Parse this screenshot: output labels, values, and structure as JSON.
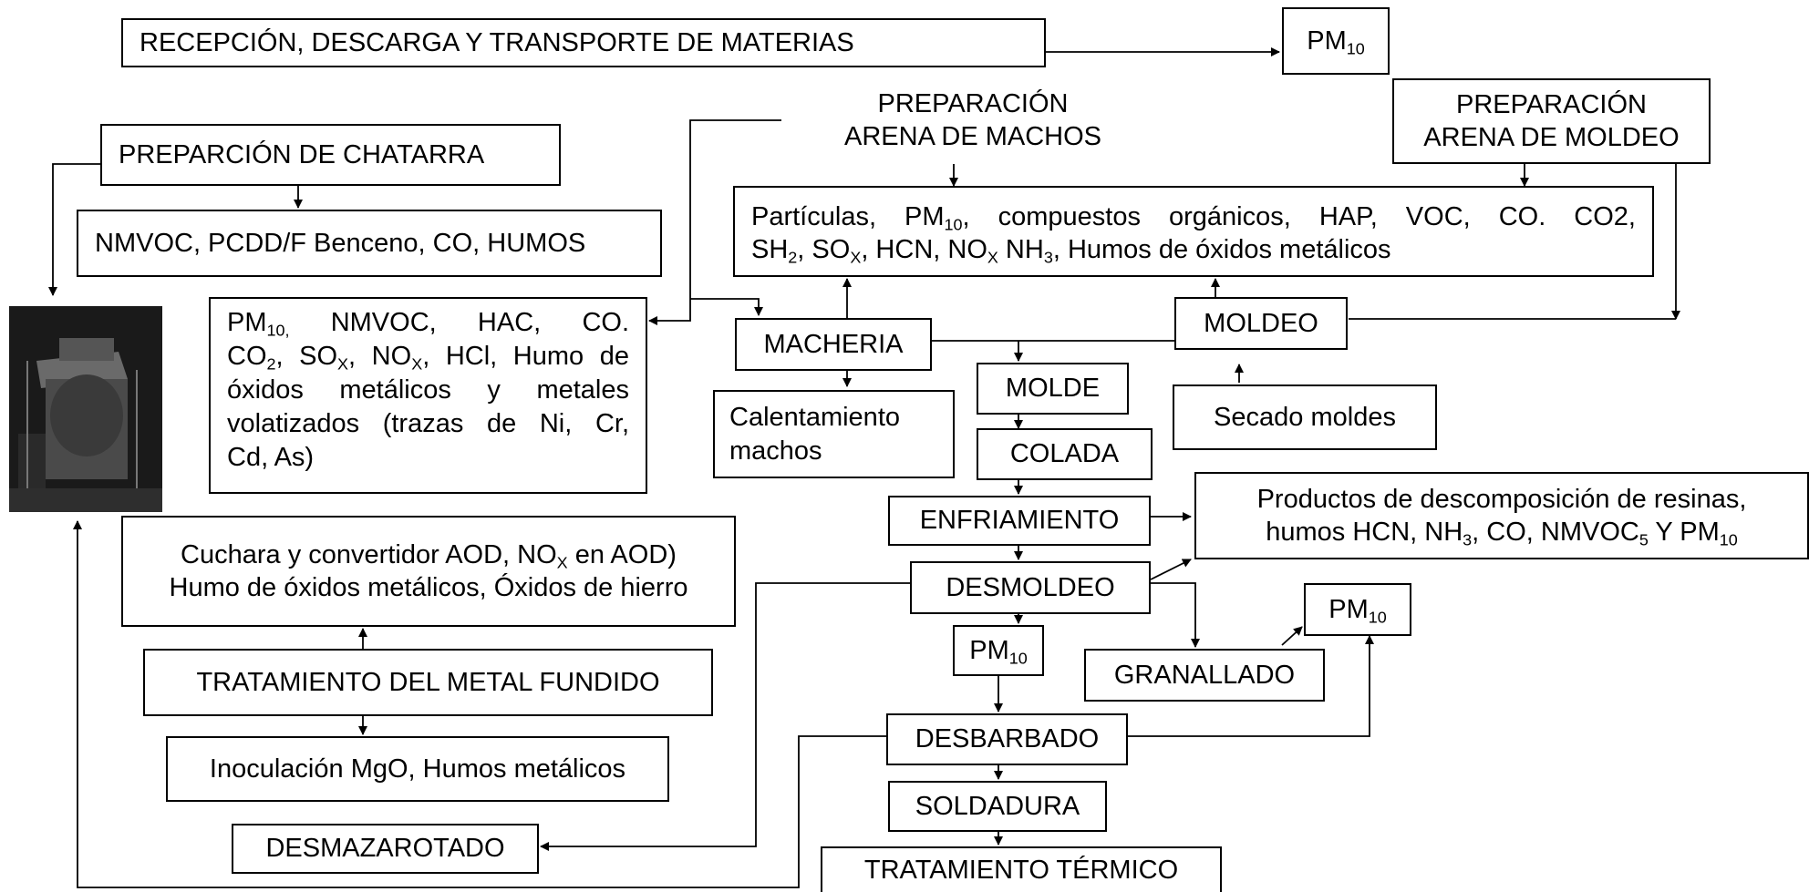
{
  "nodes": {
    "recepcion": "RECEPCIÓN, DESCARGA Y TRANSPORTE DE MATERIAS",
    "pm10_top": {
      "base": "PM",
      "sub": "10"
    },
    "prep_arena_machos": [
      "PREPARACIÓN",
      "ARENA DE MACHOS"
    ],
    "prep_arena_moldeo": [
      "PREPARACIÓN",
      "ARENA DE MOLDEO"
    ],
    "prep_chatarra": "PREPARCIÓN DE CHATARRA",
    "chatarra_emisiones": "NMVOC, PCDD/F Benceno, CO, HUMOS",
    "particulas_box": {
      "line1_a": "Partículas, PM",
      "line1_sub": "10",
      "line1_b": ", compuestos orgánicos, HAP, VOC, CO. CO2,",
      "line2_a": "SH",
      "line2_sub1": "2",
      "line2_b": ", SO",
      "line2_sub2": "X",
      "line2_c": ", HCN, NO",
      "line2_sub3": "X",
      "line2_d": " NH",
      "line2_sub4": "3",
      "line2_e": ", Humos de óxidos metálicos"
    },
    "horno_emisiones": {
      "pm": "PM",
      "pm_sub": "10,",
      "rest1": " NMVOC, HAC, CO.",
      "co": "CO",
      "co_sub": "2",
      "so": ", SO",
      "so_sub": "X",
      "no": ", NO",
      "no_sub": "X",
      "rest2": ", HCl, Humo de",
      "line3": "óxidos metálicos y metales",
      "line4": "volatizados (trazas de Ni, Cr,",
      "line5": "Cd, As)"
    },
    "macheria": "MACHERIA",
    "moldeo": "MOLDEO",
    "molde": "MOLDE",
    "calentamiento": [
      "Calentamiento",
      "machos"
    ],
    "secado": "Secado moldes",
    "colada": "COLADA",
    "enfriamiento": "ENFRIAMIENTO",
    "productos": {
      "line1": "Productos de descomposición de resinas,",
      "line2_a": "humos HCN, NH",
      "line2_sub1": "3",
      "line2_b": ", CO, NMVOC",
      "line2_sub2": "5",
      "line2_c": " Y PM",
      "line2_sub3": "10"
    },
    "desmoldeo": "DESMOLDEO",
    "cuchara": {
      "line1_a": "Cuchara y  convertidor AOD, NO",
      "line1_sub": "X",
      "line1_b": "  en AOD)",
      "line2": "Humo de óxidos metálicos, Óxidos de hierro"
    },
    "pm10_desmoldeo": {
      "base": "PM",
      "sub": "10"
    },
    "pm10_granallado": {
      "base": "PM",
      "sub": "10"
    },
    "granallado": "GRANALLADO",
    "tratamiento_metal": "TRATAMIENTO DEL METAL FUNDIDO",
    "inoculacion": "Inoculación MgO, Humos metálicos",
    "desbarbado": "DESBARBADO",
    "soldadura": "SOLDADURA",
    "desmazarotado": "DESMAZAROTADO",
    "tratamiento_termico": "TRATAMIENTO TÉRMICO"
  }
}
